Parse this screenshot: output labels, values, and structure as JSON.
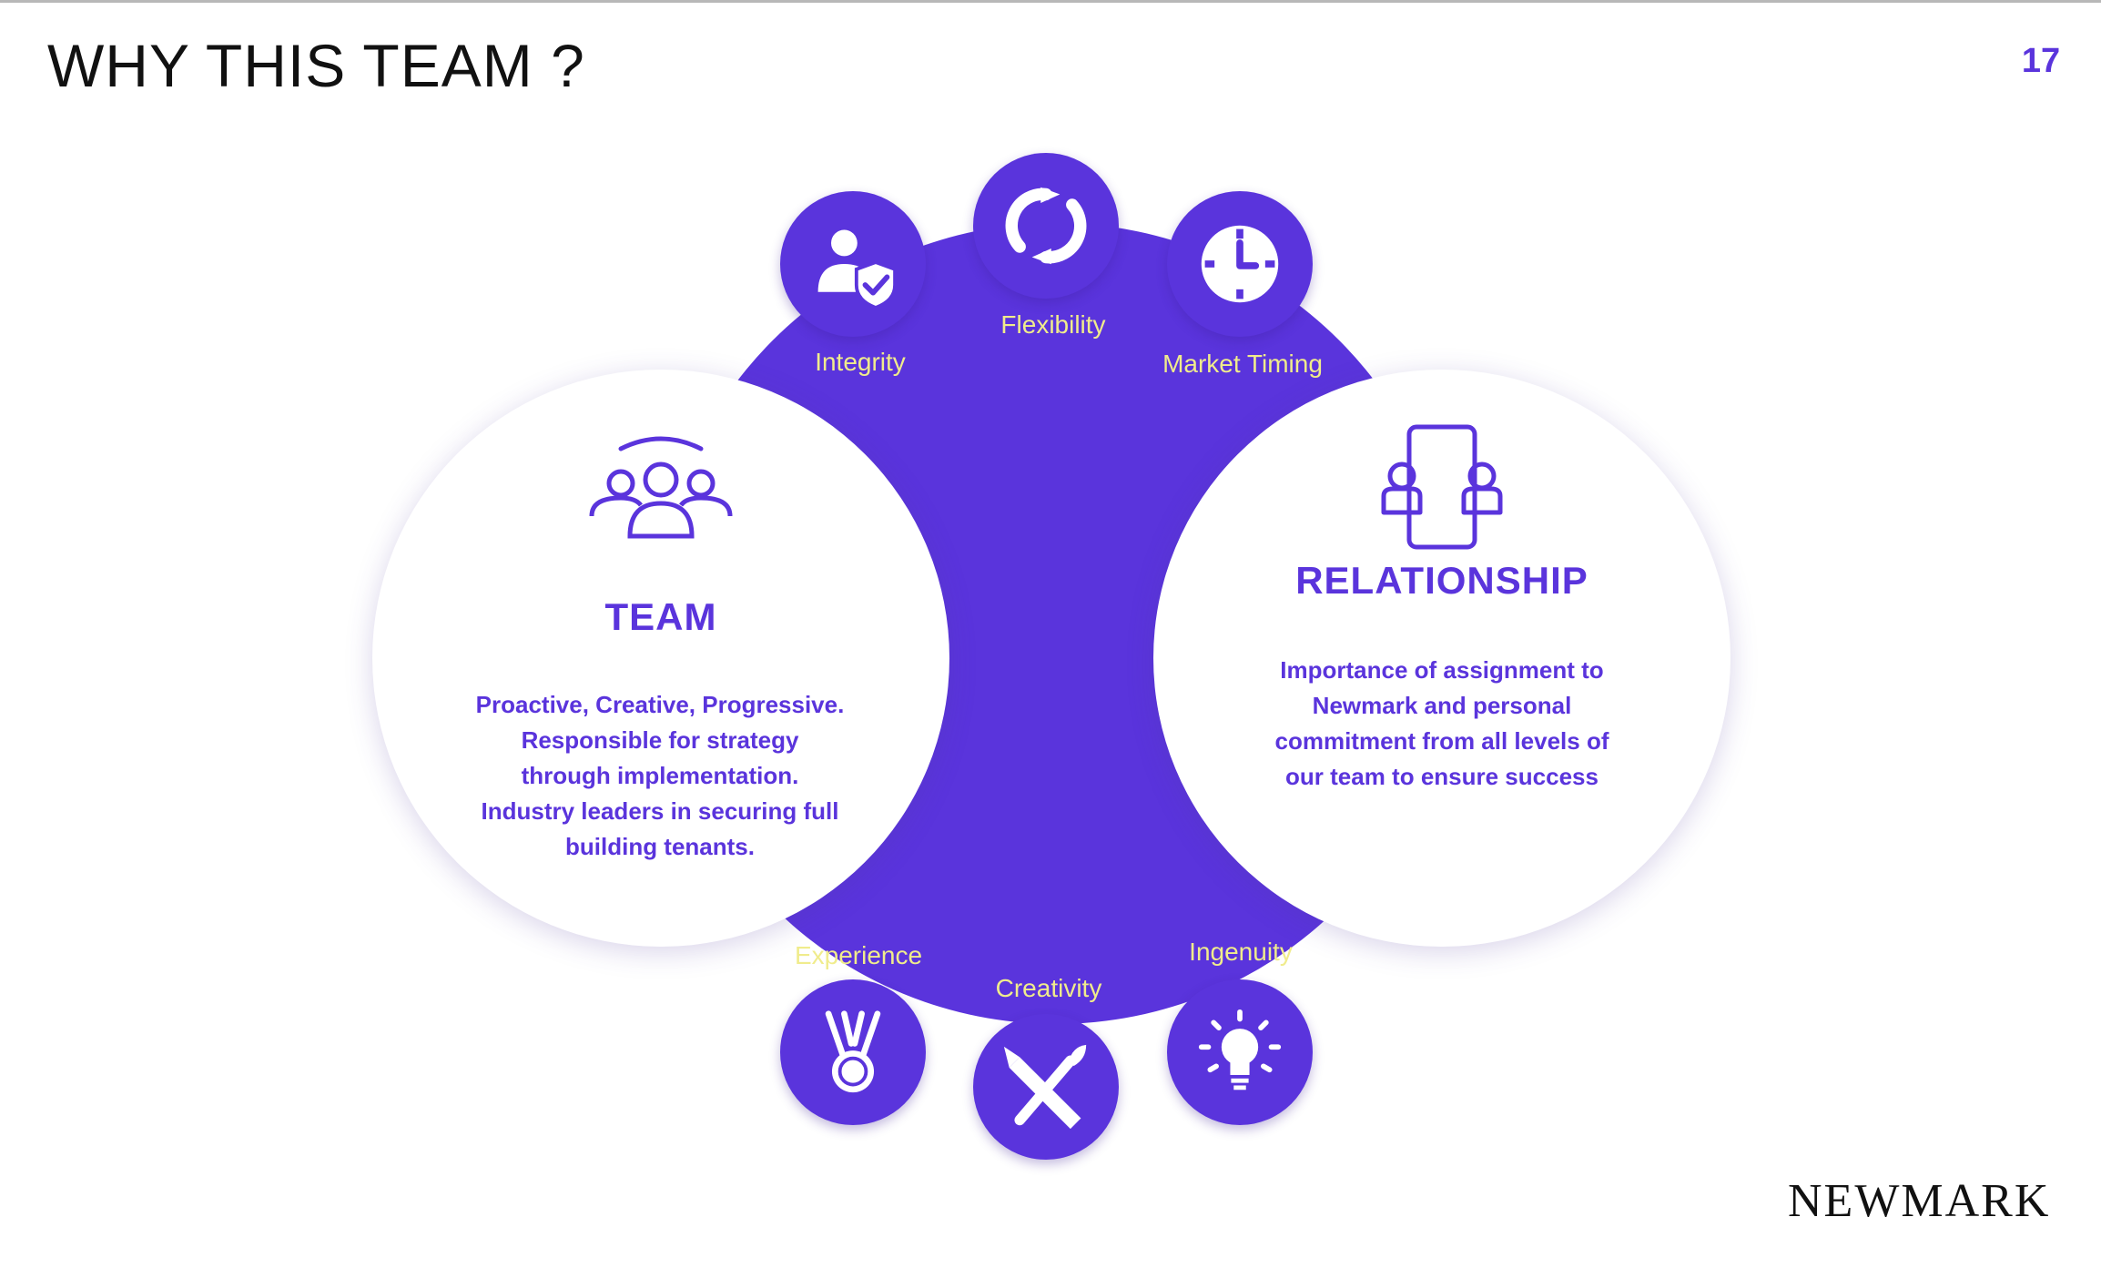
{
  "header": {
    "title": "WHY THIS TEAM ?",
    "page_number": "17"
  },
  "brand": {
    "logo_text": "NEWMARK"
  },
  "colors": {
    "primary": "#5a34dc",
    "label": "#f0ec8c",
    "background": "#ffffff",
    "text_dark": "#111111"
  },
  "values": {
    "integrity": {
      "label": "Integrity",
      "icon": "user-shield-icon"
    },
    "flexibility": {
      "label": "Flexibility",
      "icon": "sync-arrows-icon"
    },
    "market_timing": {
      "label": "Market Timing",
      "icon": "clock-icon"
    },
    "experience": {
      "label": "Experience",
      "icon": "medal-icon"
    },
    "creativity": {
      "label": "Creativity",
      "icon": "pencil-brush-icon"
    },
    "ingenuity": {
      "label": "Ingenuity",
      "icon": "light-bulb-icon"
    }
  },
  "team": {
    "heading": "TEAM",
    "icon": "team-group-icon",
    "body_lines": [
      "Proactive, Creative, Progressive.",
      "Responsible for strategy",
      "through implementation.",
      "Industry leaders in securing full",
      "building tenants."
    ]
  },
  "relationship": {
    "heading": "RELATIONSHIP",
    "icon": "people-device-icon",
    "body_lines": [
      "Importance of assignment to",
      "Newmark and personal",
      "commitment from all levels of",
      "our team to ensure success"
    ]
  }
}
